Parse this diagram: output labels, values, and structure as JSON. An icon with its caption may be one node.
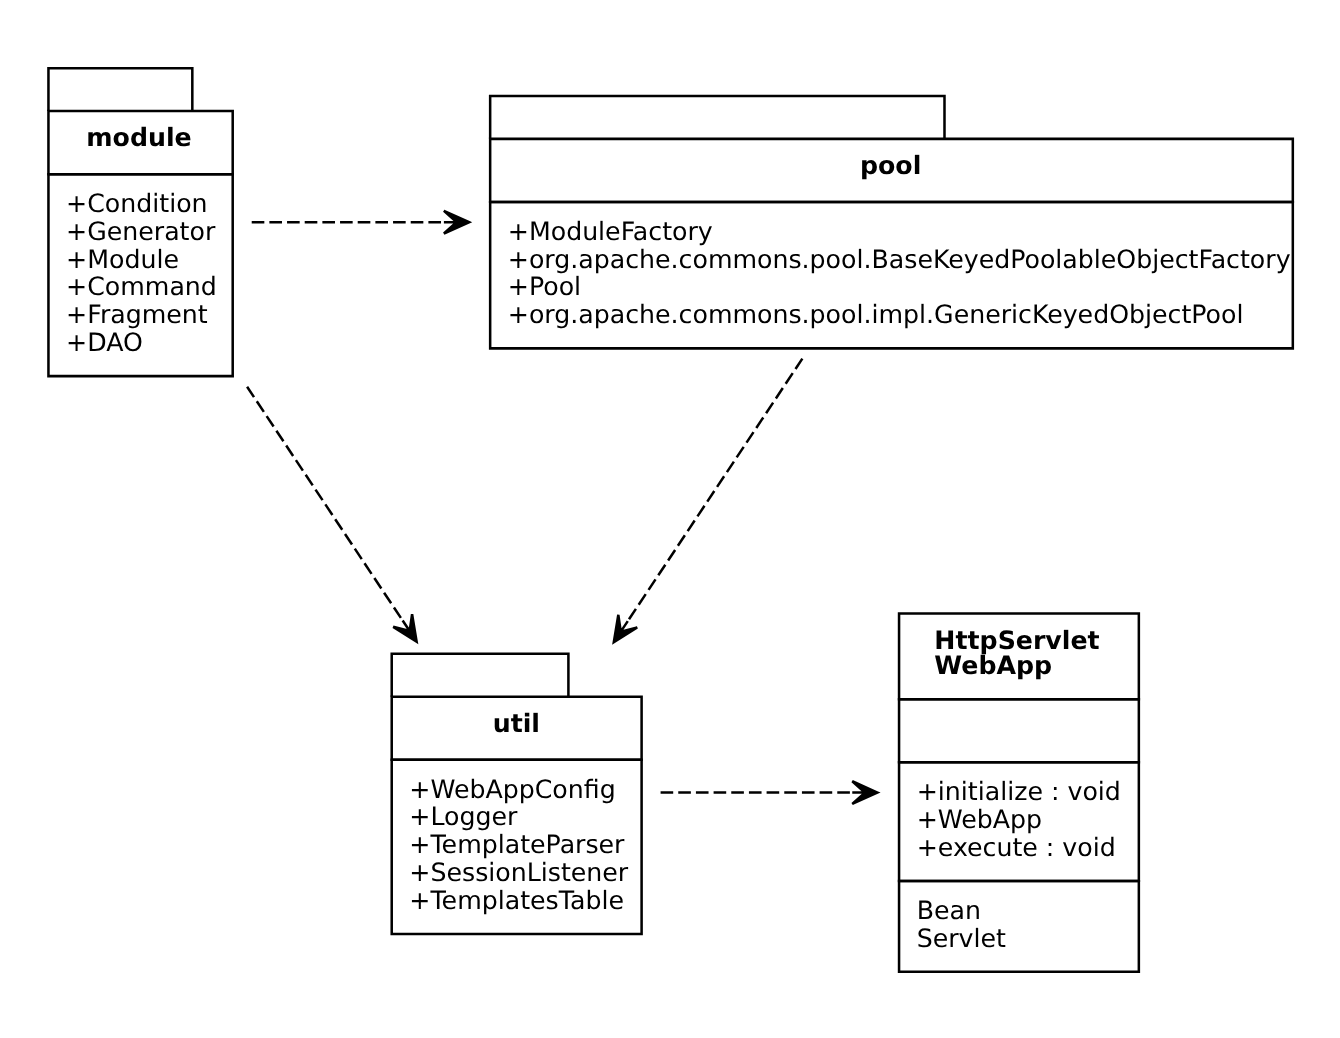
{
  "diagram": {
    "nodes": [
      {
        "text": [
          "module",
          "+Condition",
          "+Generator",
          "+Module",
          "+Command",
          "+Fragment",
          "+DAO"
        ]
      },
      {
        "text": [
          "pool",
          "+ModuleFactory",
          "+org.apache.commons.pool.BaseKeyedPoolableObjectFactory",
          "+Pool",
          "+org.apache.commons.pool.impl.GenericKeyedObjectPool"
        ]
      },
      {
        "text": [
          "util",
          "+WebAppConfig",
          "+Logger",
          "+TemplateParser",
          "+SessionListener",
          "+TemplatesTable"
        ]
      },
      {
        "text": [
          "HttpServlet",
          "WebApp",
          "+initialize : void",
          "+WebApp",
          "+execute : void",
          "Bean",
          "Servlet"
        ]
      }
    ],
    "edges": [
      {
        "from": 0,
        "to": 1,
        "arrow": "to",
        "style": "dashed"
      },
      {
        "from": 0,
        "to": 2,
        "arrow": "to",
        "style": "dashed"
      },
      {
        "from": 1,
        "to": 2,
        "arrow": "to",
        "style": "dashed"
      },
      {
        "from": 2,
        "to": 3,
        "arrow": "to",
        "style": "dashed"
      }
    ]
  }
}
